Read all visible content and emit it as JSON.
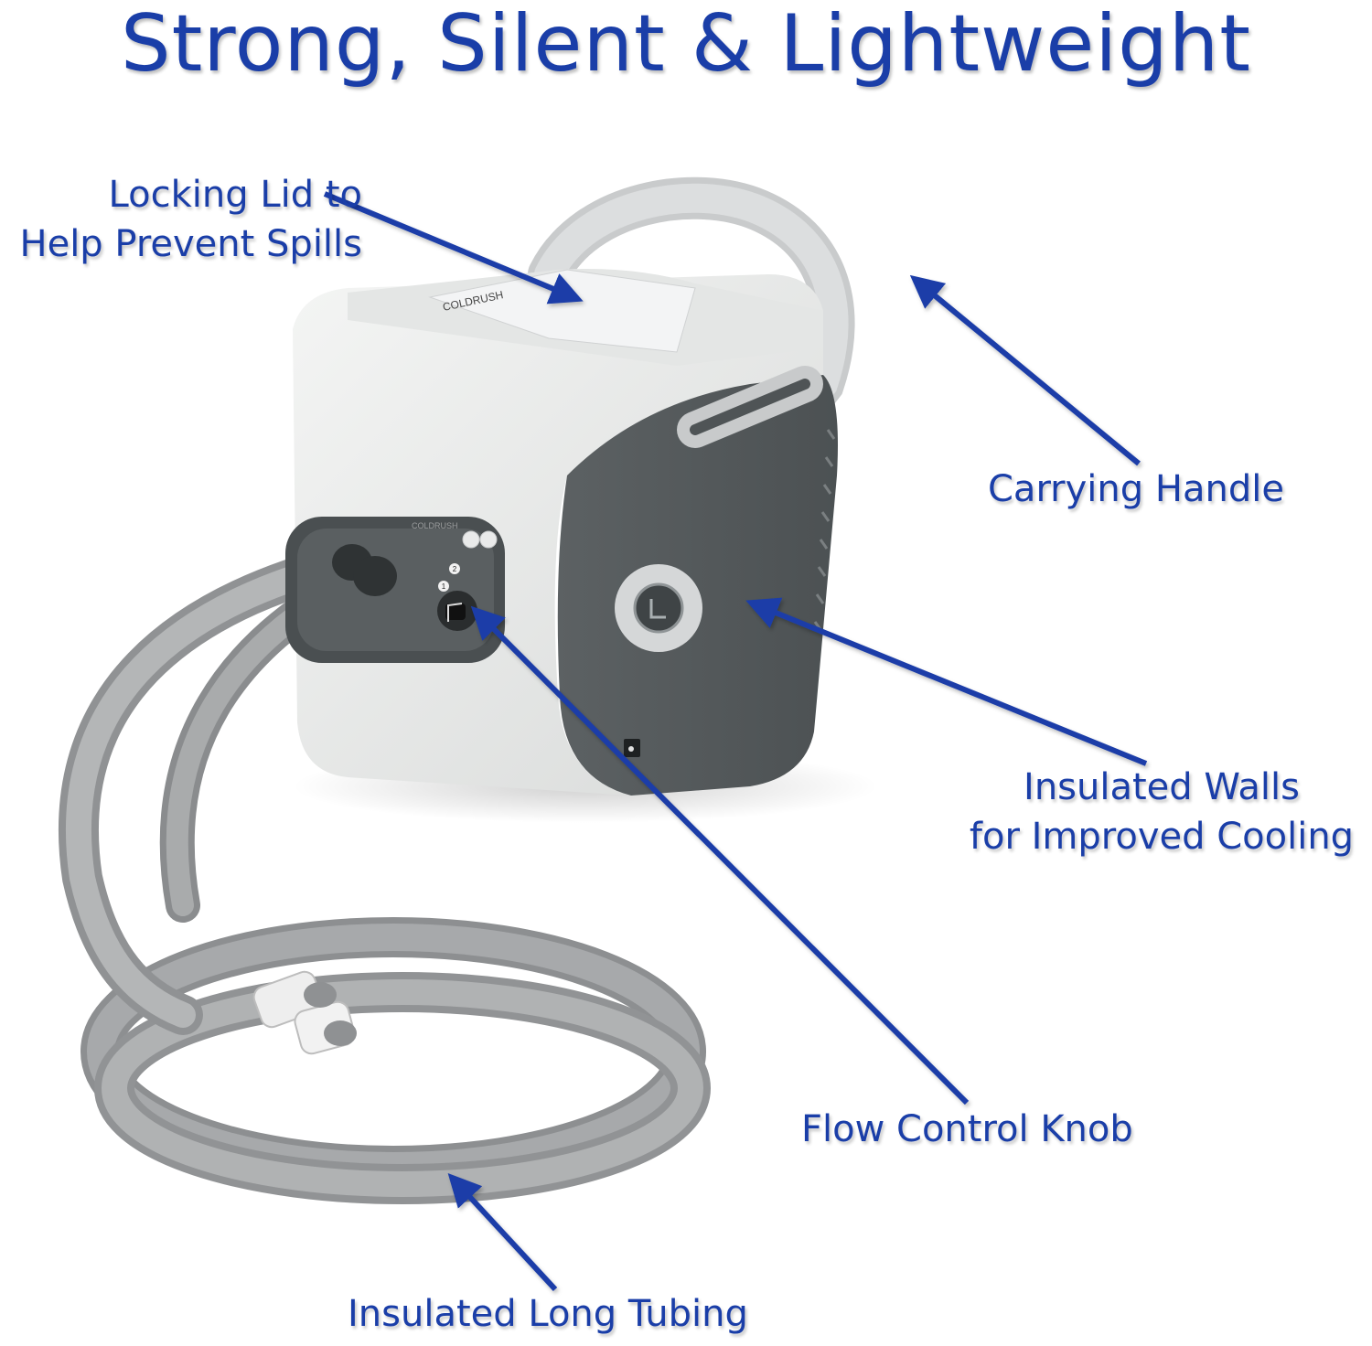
{
  "title": "Strong, Silent & Lightweight",
  "accent_color": "#1a3ea8",
  "callouts": [
    {
      "id": "locking-lid",
      "lines": [
        "Locking Lid to",
        "Help Prevent Spills"
      ]
    },
    {
      "id": "carrying-handle",
      "lines": [
        "Carrying Handle"
      ]
    },
    {
      "id": "insulated-walls",
      "lines": [
        "Insulated Walls",
        "for Improved Cooling"
      ]
    },
    {
      "id": "flow-control-knob",
      "lines": [
        "Flow Control Knob"
      ]
    },
    {
      "id": "insulated-tubing",
      "lines": [
        "Insulated Long Tubing"
      ]
    }
  ],
  "product": {
    "brand_label": "COLDRUSH",
    "knob_positions": [
      "1",
      "2"
    ]
  }
}
